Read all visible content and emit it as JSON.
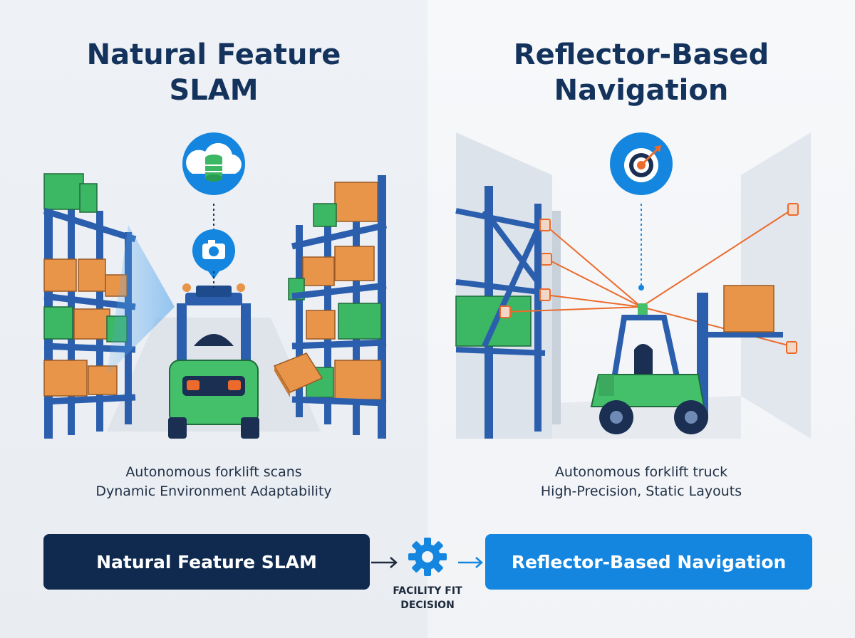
{
  "left_panel": {
    "title_line1": "Natural Feature",
    "title_line2": "SLAM",
    "caption_line1": "Autonomous forklift scans",
    "caption_line2": "Dynamic Environment Adaptability",
    "icon": "cloud-database-icon",
    "sensor_icon": "camera-icon"
  },
  "right_panel": {
    "title_line1": "Reflector-Based",
    "title_line2": "Navigation",
    "caption_line1": "Autonomous forklift truck",
    "caption_line2": "High-Precision, Static Layouts",
    "icon": "target-icon"
  },
  "decision": {
    "left_label": "Natural Feature SLAM",
    "right_label": "Reflector-Based Navigation",
    "center_line1": "FACILITY FIT",
    "center_line2": "DECISION",
    "center_icon": "gear-icon"
  },
  "colors": {
    "navy": "#0f2a4e",
    "blue": "#1486df",
    "rack_blue": "#2b5fae",
    "box_green": "#3cb763",
    "box_orange": "#e8954a",
    "laser_orange": "#ec6b2c",
    "forklift_green": "#44c06a"
  }
}
